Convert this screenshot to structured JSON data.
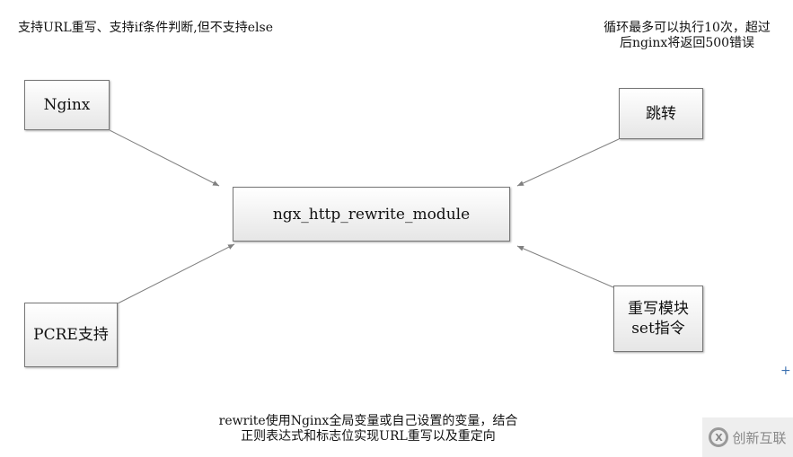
{
  "notes": {
    "top_left": "支持URL重写、支持if条件判断,但不支持else",
    "top_right_line1": "循环最多可以执行10次，超过",
    "top_right_line2": "后nginx将返回500错误",
    "bottom_line1": "rewrite使用Nginx全局变量或自己设置的变量，结合",
    "bottom_line2": "正则表达式和标志位实现URL重写以及重定向"
  },
  "nodes": {
    "nginx": "Nginx",
    "jump": "跳转",
    "center": "ngx_http_rewrite_module",
    "pcre": "PCRE支持",
    "rewrite_line1": "重写模块",
    "rewrite_line2": "set指令"
  },
  "watermark": {
    "text": "创新互联",
    "icon": "chuangxin-logo-icon"
  },
  "colors": {
    "arrow": "#808080",
    "box_border": "#777777"
  }
}
